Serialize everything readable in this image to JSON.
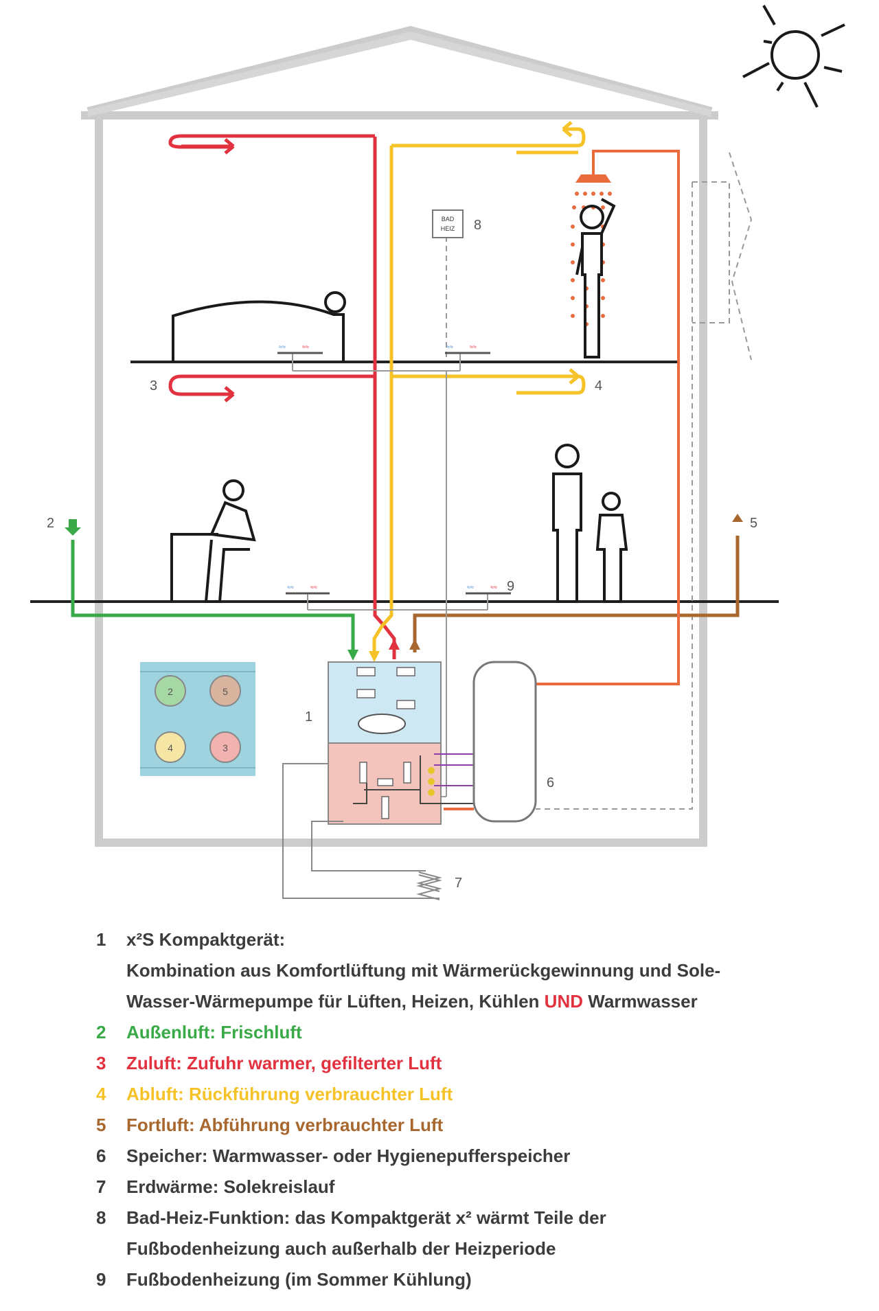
{
  "diagram": {
    "labels": {
      "n1": "1",
      "n2": "2",
      "n3": "3",
      "n4": "4",
      "n5": "5",
      "n6": "6",
      "n7": "7",
      "n8": "8",
      "n9": "9"
    },
    "bad_heiz_box": "BAD HEIZ",
    "panel_circles": [
      "2",
      "5",
      "4",
      "3"
    ],
    "colors": {
      "frame": "#cccccc",
      "green": "#3aaa48",
      "red": "#e2323f",
      "yellow": "#f5c227",
      "brown": "#a8672e",
      "orange": "#ea6b3d",
      "unit_top": "#cde8f2",
      "unit_bottom": "#f2c4bb",
      "panel": "#9fd3e0"
    }
  },
  "legend": [
    {
      "num": "1",
      "key": "x²S Kompaktgerät:",
      "line2": "Kombination aus Komfortlüftung mit Wärmerückgewinnung und Sole-",
      "line3a": "Wasser-Wärmepumpe für Lüften, Heizen, Kühlen ",
      "line3b": "UND",
      "line3c": " Warmwasser"
    },
    {
      "num": "2",
      "key": "Außenluft",
      "desc": ": Frischluft"
    },
    {
      "num": "3",
      "key": "Zuluft",
      "desc": ": Zufuhr warmer, gefilterter Luft"
    },
    {
      "num": "4",
      "key": "Abluft",
      "desc": ": Rückführung verbrauchter Luft"
    },
    {
      "num": "5",
      "key": "Fortluft",
      "desc": ": Abführung verbrauchter Luft"
    },
    {
      "num": "6",
      "key": "Speicher:",
      "desc": " Warmwasser- oder Hygienepufferspeicher"
    },
    {
      "num": "7",
      "key": "Erdwärme:",
      "desc": " Solekreislauf"
    },
    {
      "num": "8",
      "key": "Bad-Heiz-Funktion:",
      "desc": " das Kompaktgerät x² wärmt Teile der",
      "line2": "Fußbodenheizung auch außerhalb der Heizperiode"
    },
    {
      "num": "9",
      "key": "Fußbodenheizung (im Sommer Kühlung)"
    }
  ]
}
